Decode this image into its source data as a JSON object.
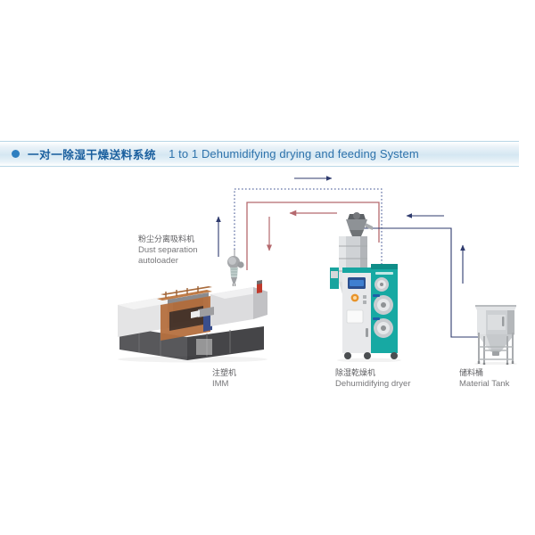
{
  "header": {
    "bullet_icon": "blue-dot-icon",
    "title_cn": "一对一除湿干燥送料系统",
    "title_en": "1 to 1 Dehumidifying drying and feeding System",
    "accent_color": "#2e7fc0",
    "text_color": "#1a5f9e"
  },
  "labels": {
    "autoloader": {
      "cn": "粉尘分离吸料机",
      "en_line1": "Dust separation",
      "en_line2": "autoloader"
    },
    "imm": {
      "cn": "注塑机",
      "en": "IMM"
    },
    "dryer": {
      "cn": "除湿乾燥机",
      "en": "Dehumidifying dryer"
    },
    "tank": {
      "cn": "储料桶",
      "en": "Material Tank"
    }
  },
  "equipment": [
    {
      "id": "imm",
      "name": "injection-molding-machine",
      "body_color": "#d9d9da",
      "guard_color": "#b5703f",
      "base_color": "#4a4a4c"
    },
    {
      "id": "autoloader",
      "name": "dust-separation-autoloader",
      "body_color": "#9a9a9c"
    },
    {
      "id": "dryer",
      "name": "dehumidifying-dryer",
      "body_color": "#1ba5a0",
      "panel_color": "#e3e4e6",
      "hopper_color": "#b9bcc0"
    },
    {
      "id": "tank",
      "name": "material-tank",
      "body_color": "#c9cbcd",
      "frame_color": "#a9abad"
    }
  ],
  "flow": {
    "dashed_line_color": "#3b4f8f",
    "red_line_color": "#b5696e",
    "navy_arrow_color": "#2f3b6e",
    "segments": [
      {
        "name": "top-feed-arrow",
        "color": "#2f3b6e",
        "direction": "right"
      },
      {
        "name": "dryer-to-imm-return-arrow",
        "color": "#b5696e",
        "direction": "left"
      },
      {
        "name": "tank-to-dryer-arrow",
        "color": "#2f3b6e",
        "direction": "left"
      },
      {
        "name": "tank-riser-arrow",
        "color": "#2f3b6e",
        "direction": "up"
      },
      {
        "name": "autoloader-suction-arrow",
        "color": "#2f3b6e",
        "direction": "up"
      },
      {
        "name": "dryer-drop-arrow",
        "color": "#b5696e",
        "direction": "down"
      }
    ]
  }
}
